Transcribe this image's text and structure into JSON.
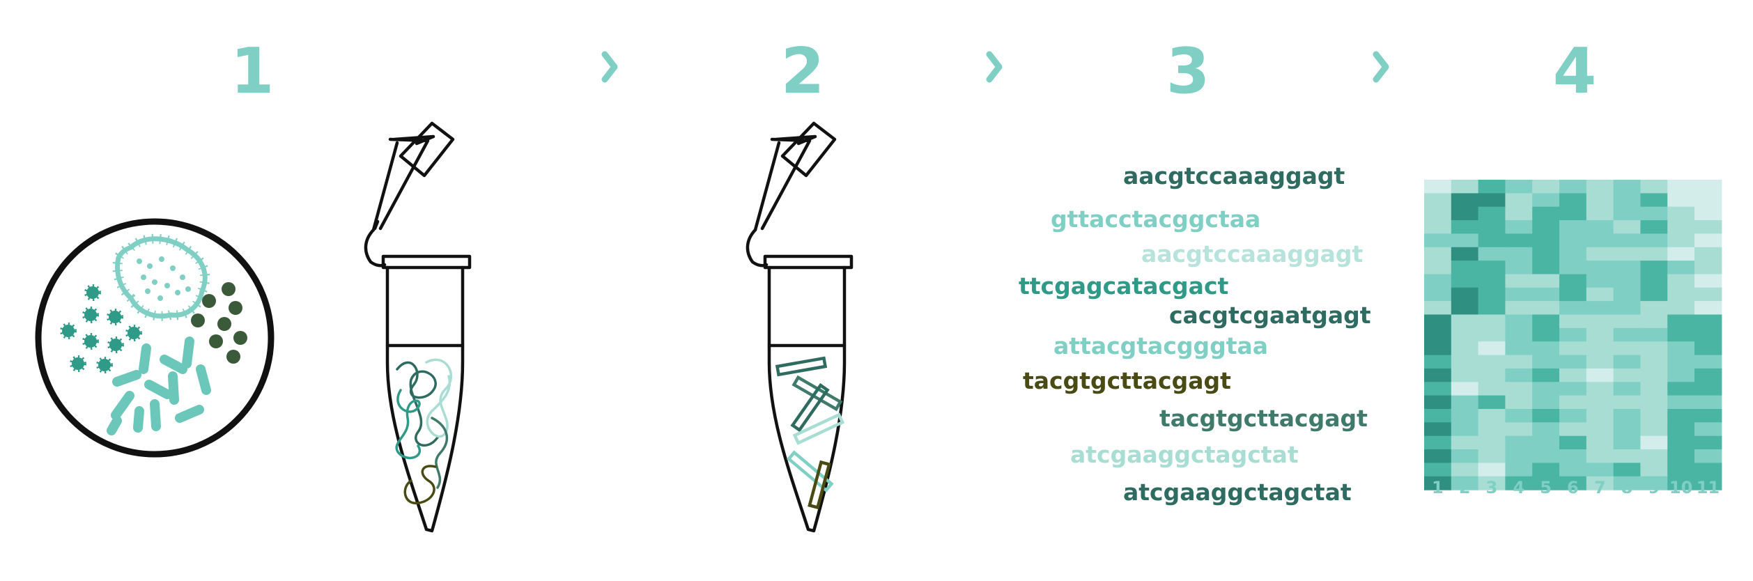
{
  "steps": [
    {
      "number": "1"
    },
    {
      "number": "2"
    },
    {
      "number": "3"
    },
    {
      "number": "4"
    }
  ],
  "colors": {
    "accent": "#7fcfc4",
    "light": "#a8ddd4",
    "mid": "#4bb5a3",
    "teal": "#2f8f80",
    "dark": "#2e6b60",
    "olive": "#4a4a14",
    "outline": "#111111"
  },
  "sequences": [
    {
      "text": "aacgtccaaaggagt",
      "color": "#2e6b60"
    },
    {
      "text": "gttacctacggctaa",
      "color": "#7fcfc4"
    },
    {
      "text": "aacgtccaaaggagt",
      "color": "#b6e3dc"
    },
    {
      "text": "ttcgagcatacgact",
      "color": "#2f9a88"
    },
    {
      "text": "cacgtcgaatgagt",
      "color": "#2e6b60"
    },
    {
      "text": "attacgtacgggtaa",
      "color": "#7fcfc4"
    },
    {
      "text": "tacgtgcttacgagt",
      "color": "#4a4a14"
    },
    {
      "text": "tacgtgcttacgagt",
      "color": "#3f7a6a"
    },
    {
      "text": "atcgaaggctagctat",
      "color": "#a8ddd4"
    },
    {
      "text": "atcgaaggctagctat",
      "color": "#2e6b60"
    }
  ],
  "heatmap": {
    "column_labels": [
      "1",
      "2",
      "3",
      "4",
      "5",
      "6",
      "7",
      "8",
      "9",
      "10",
      "11"
    ],
    "palette": [
      "#d3eeea",
      "#a8ddd4",
      "#7fcfc4",
      "#4bb5a3",
      "#2f8f80"
    ],
    "levels": [
      [
        0,
        1,
        3,
        2,
        1,
        2,
        1,
        2,
        1,
        0,
        0
      ],
      [
        1,
        4,
        4,
        1,
        2,
        3,
        1,
        2,
        3,
        0,
        0
      ],
      [
        1,
        4,
        3,
        1,
        3,
        3,
        1,
        2,
        2,
        1,
        0
      ],
      [
        1,
        3,
        3,
        2,
        3,
        2,
        2,
        1,
        3,
        1,
        1
      ],
      [
        2,
        2,
        3,
        3,
        3,
        2,
        2,
        2,
        2,
        1,
        0
      ],
      [
        1,
        4,
        2,
        2,
        3,
        2,
        1,
        1,
        1,
        0,
        1
      ],
      [
        1,
        3,
        3,
        2,
        3,
        2,
        2,
        2,
        3,
        2,
        1
      ],
      [
        2,
        3,
        3,
        1,
        1,
        3,
        2,
        2,
        3,
        1,
        0
      ],
      [
        2,
        4,
        3,
        2,
        2,
        3,
        1,
        2,
        3,
        1,
        1
      ],
      [
        1,
        4,
        3,
        1,
        1,
        2,
        2,
        2,
        1,
        1,
        0
      ],
      [
        4,
        1,
        1,
        2,
        3,
        1,
        1,
        1,
        1,
        3,
        3
      ],
      [
        4,
        1,
        1,
        2,
        3,
        2,
        1,
        2,
        2,
        3,
        3
      ],
      [
        4,
        1,
        0,
        2,
        2,
        1,
        1,
        1,
        1,
        2,
        3
      ],
      [
        3,
        1,
        1,
        1,
        2,
        2,
        1,
        2,
        1,
        2,
        2
      ],
      [
        4,
        1,
        1,
        2,
        3,
        1,
        0,
        1,
        1,
        2,
        3
      ],
      [
        3,
        0,
        1,
        1,
        2,
        2,
        1,
        2,
        1,
        3,
        3
      ],
      [
        4,
        2,
        3,
        1,
        2,
        1,
        1,
        1,
        1,
        2,
        2
      ],
      [
        3,
        2,
        1,
        2,
        3,
        2,
        1,
        2,
        1,
        3,
        3
      ],
      [
        4,
        2,
        1,
        1,
        2,
        1,
        1,
        2,
        1,
        3,
        2
      ],
      [
        3,
        1,
        1,
        2,
        2,
        3,
        1,
        2,
        0,
        3,
        3
      ],
      [
        4,
        2,
        1,
        2,
        2,
        2,
        1,
        1,
        1,
        3,
        2
      ],
      [
        3,
        1,
        0,
        2,
        3,
        2,
        2,
        3,
        1,
        3,
        3
      ],
      [
        4,
        2,
        1,
        3,
        3,
        3,
        1,
        2,
        2,
        3,
        3
      ]
    ]
  }
}
